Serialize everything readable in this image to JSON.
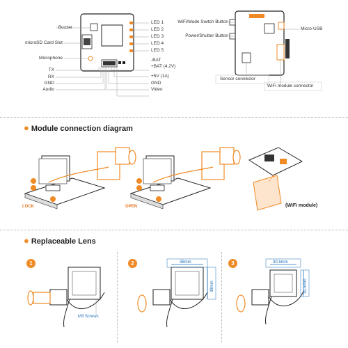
{
  "top_left_labels": {
    "buzzer": "Buzzer",
    "microsd": "microSD Card Slot",
    "microphone": "Microphone",
    "tx": "TX",
    "rx": "RX",
    "gnd": "GND",
    "audio": "Audio"
  },
  "top_right_labels": {
    "led1": "LED 1",
    "led2": "LED 2",
    "led3": "LED 3",
    "led4": "LED 4",
    "led5": "LED 5",
    "bat_neg": "-BAT",
    "bat_pos": "+BAT (4.2V)",
    "v5": "+5V (1A)",
    "gnd": "GND",
    "video": "Video"
  },
  "second_board_labels": {
    "wifi_switch": "WiFi/Mode Switch Button",
    "power_button": "Power/Shutter Button",
    "micro_usb": "Micro-USB",
    "sensor_connector": "Sensor connector",
    "wifi_connector": "WiFi module connector"
  },
  "sections": {
    "module_connection": "Module connection diagram",
    "replaceable_lens": "Replaceable Lens"
  },
  "module_labels": {
    "lock": "LOCK",
    "open": "OPEN",
    "wifi_module": "(WiFi module)"
  },
  "lens_labels": {
    "step1": "1",
    "step2": "2",
    "step3": "3",
    "m3_screws": "M3 Screws",
    "dim_36_w": "36mm",
    "dim_38_h": "38mm",
    "dim_305_w": "30.5mm",
    "dim_305_h": "30.5mm"
  },
  "colors": {
    "accent": "#f08a24",
    "dimension": "#1e6fb8",
    "board": "#ffffff",
    "outline": "#222222"
  }
}
